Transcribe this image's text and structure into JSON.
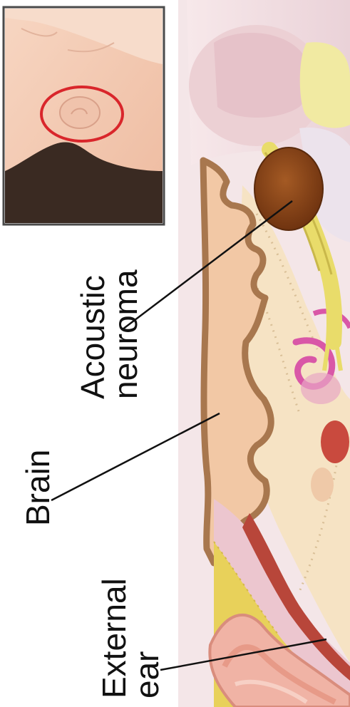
{
  "labels": {
    "acoustic_neuroma": [
      "Acoustic",
      "neuroma"
    ],
    "brain": [
      "Brain"
    ],
    "external_ear": [
      "External",
      "ear"
    ]
  },
  "colors": {
    "inset_border": "#4a4a4a",
    "inset_circle": "#d9262b",
    "brain": "#f2c8a5",
    "brain_outline": "#a8774e",
    "tumor": "#7c3a12",
    "nerve": "#e9dc6a",
    "bone": "#f6e3c4",
    "cochlea": "#d957a7",
    "fat": "#e8d15a",
    "muscle": "#b8463a",
    "skin": "#f0b3a5",
    "leader_line": "#111111"
  }
}
